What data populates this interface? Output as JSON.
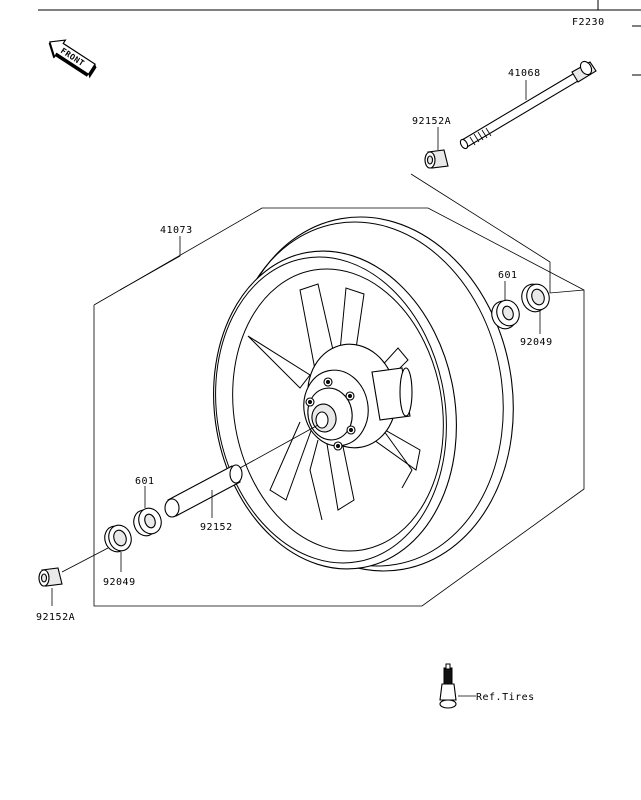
{
  "figure_code": "F2230",
  "front_arrow_text": "FRONT",
  "parts": {
    "axle": "41068",
    "collar_top": "92152A",
    "wheel": "41073",
    "bearing_right": "601",
    "seal_right": "92049",
    "bearing_left": "601",
    "spacer": "92152",
    "seal_left": "92049",
    "collar_bottom": "92152A"
  },
  "ref_tires": "Ref.Tires"
}
